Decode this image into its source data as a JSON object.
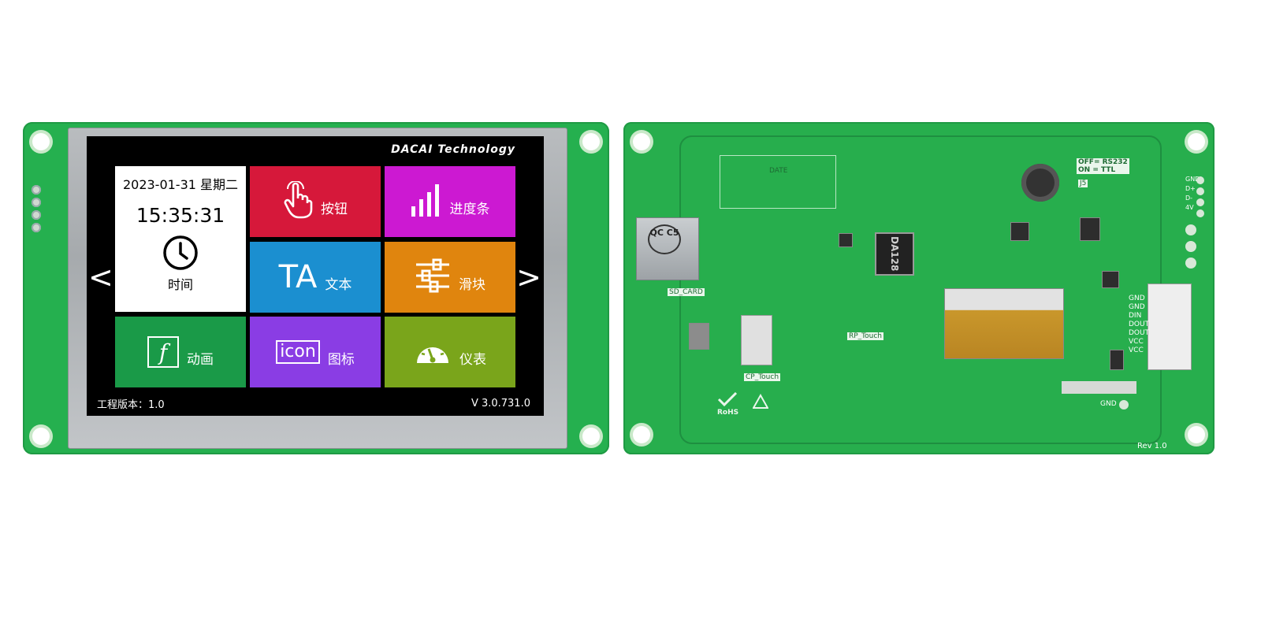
{
  "screen": {
    "brand": "DACAI Technology",
    "nav_left": "<",
    "nav_right": ">",
    "clock": {
      "date": "2023-01-31 星期二",
      "time": "15:35:31",
      "label": "时间"
    },
    "tiles": [
      {
        "label": "按钮",
        "color": "#d6183a",
        "icon": "hand-pointer-icon"
      },
      {
        "label": "进度条",
        "color": "#cc19d2",
        "icon": "progress-bars-icon"
      },
      {
        "label": "文本",
        "color": "#1b8fd0",
        "icon": "text-ta-icon",
        "icon_text": "TA"
      },
      {
        "label": "滑块",
        "color": "#e0850e",
        "icon": "slider-icon"
      },
      {
        "label": "动画",
        "color": "#1a9a48",
        "icon": "flash-icon",
        "icon_text": "f"
      },
      {
        "label": "图标",
        "color": "#8a3de4",
        "icon": "icon-text-icon",
        "icon_text": "icon"
      },
      {
        "label": "仪表",
        "color": "#7aa51b",
        "icon": "gauge-icon"
      }
    ],
    "footer_left": "工程版本：1.0",
    "footer_right": "V  3.0.731.0"
  },
  "board": {
    "sd_label": "SD_CARD",
    "qc_text": "QC C5",
    "chip_text": "DA128",
    "cp_touch": "CP_Touch",
    "rp_touch": "RP_Touch",
    "date_label": "DATE",
    "jumper_label": "OFF= RS232\nON = TTL",
    "jumper_id": "J5",
    "rohs": "RoHS",
    "gnd": "GND",
    "rev": "Rev 1.0",
    "connector_pins": [
      "GND",
      "GND",
      "DIN",
      "DOUT",
      "DOUT",
      "VCC",
      "VCC"
    ],
    "usb_pins": [
      "GND",
      "D+",
      "D-",
      "4V"
    ]
  }
}
